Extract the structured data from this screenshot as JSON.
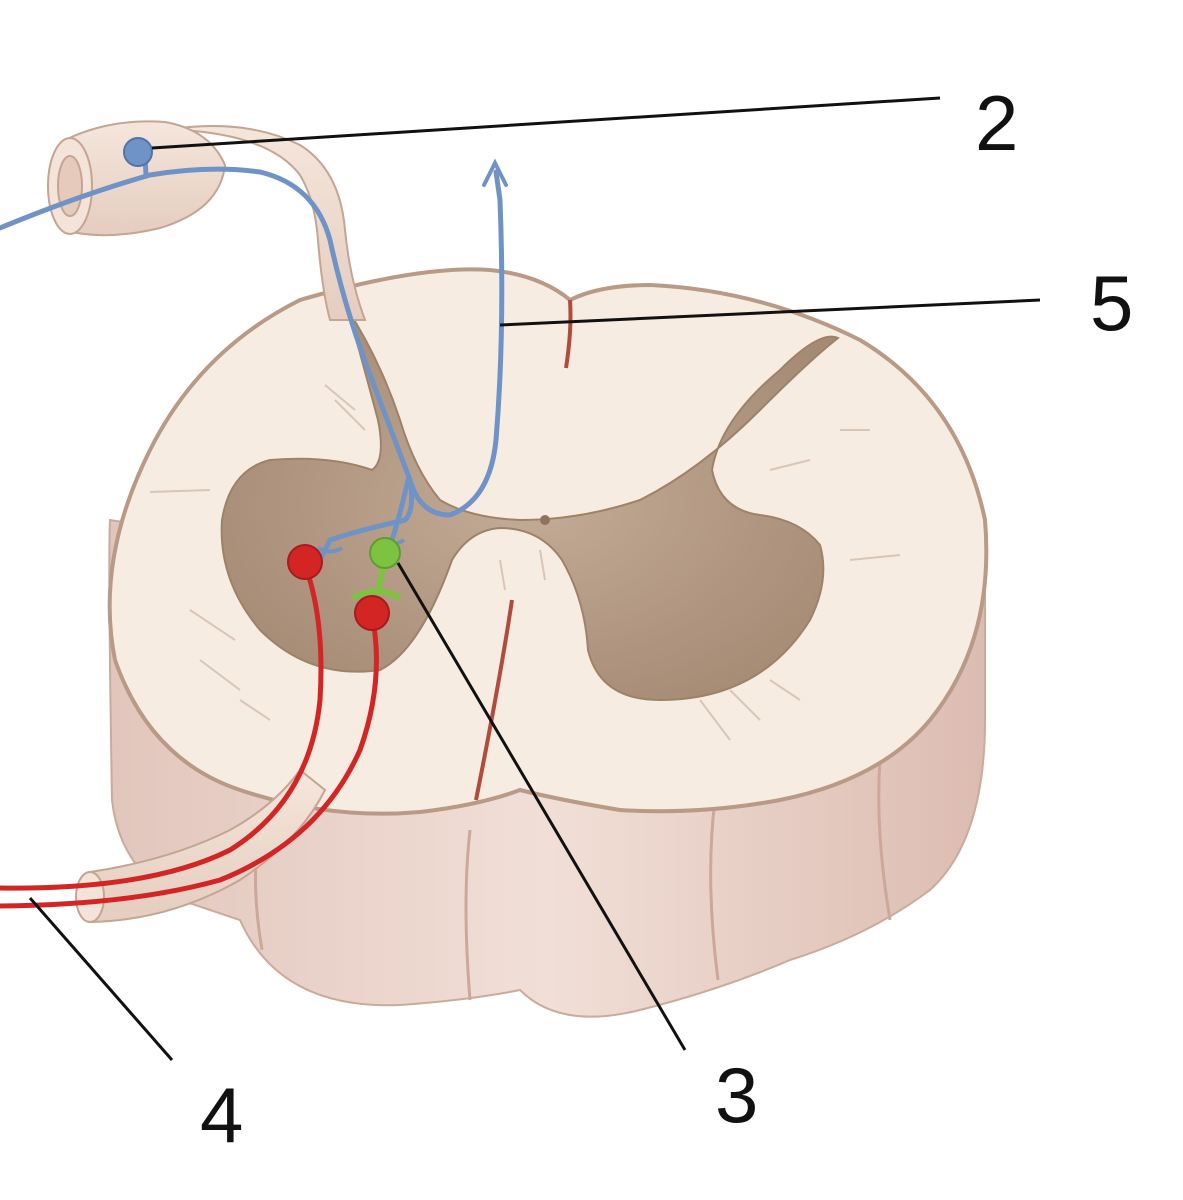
{
  "diagram": {
    "labels": {
      "two": "2",
      "three": "3",
      "four": "4",
      "five": "5"
    },
    "colors": {
      "sensory_neuron": "#6f93c6",
      "motor_neuron": "#d42525",
      "interneuron": "#7ec242",
      "gray_matter": "#b49882",
      "white_matter": "#f6ebe0",
      "cord_side": "#ecd7cf",
      "outline": "#b89a86",
      "leader_line": "#111111"
    }
  }
}
